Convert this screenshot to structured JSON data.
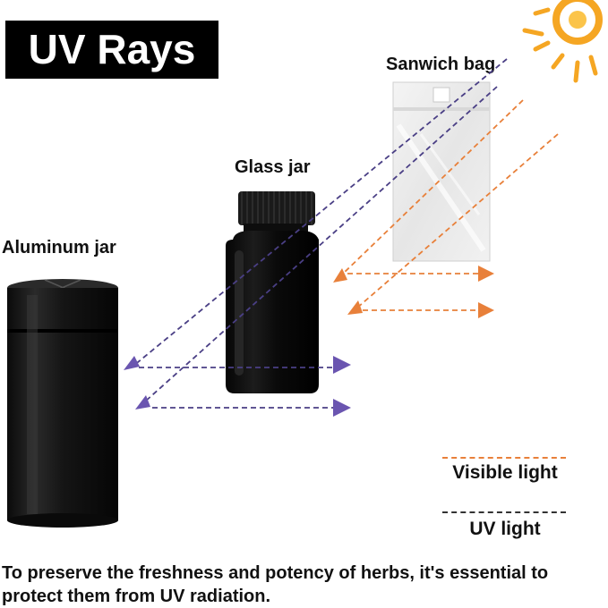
{
  "title": "UV Rays",
  "labels": {
    "sandwich_bag": "Sanwich bag",
    "glass_jar": "Glass jar",
    "aluminum_jar": "Aluminum jar"
  },
  "legend": {
    "visible_light": "Visible light",
    "uv_light": "UV light"
  },
  "colors": {
    "visible_light": "#E8803A",
    "uv_light": "#4A3F85",
    "arrowhead_uv": "#6A55B0",
    "sun": "#F5A623"
  },
  "footer": "To preserve the freshness and potency of herbs, it's essential to protect them from UV radiation."
}
